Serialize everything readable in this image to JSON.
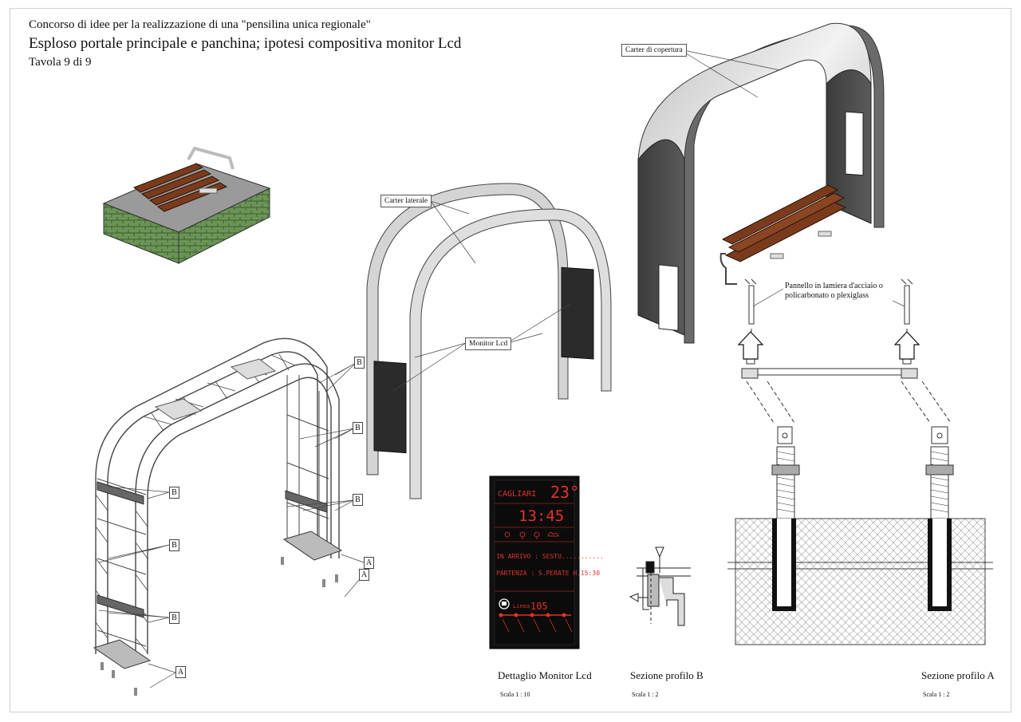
{
  "header": {
    "line1": "Concorso di idee per la realizzazione di una \"pensilina unica regionale\"",
    "line2": "Esploso portale principale e panchina; ipotesi compositiva monitor Lcd",
    "line3": "Tavola 9 di 9"
  },
  "callouts": {
    "carter_copertura": "Carter di copertura",
    "carter_laterale": "Carter laterale",
    "monitor_lcd": "Monitor Lcd",
    "pannello": "Pannello in lamiera d'acciaio o policarbonato o  plexiglass"
  },
  "labels": {
    "a": "A",
    "b": "B"
  },
  "lcd": {
    "city": "CAGLIARI",
    "temp": "23°",
    "time": "13:45",
    "arrival": "IN ARRIVO : SESTU...........",
    "departure": "PARTENZA : S.PERATE H.15:30",
    "line_label": "Linea",
    "line_number": "105"
  },
  "captions": {
    "monitor": "Dettaglio Monitor Lcd",
    "monitor_scale": "Scala  1 : 10",
    "profilo_b": "Sezione profilo B",
    "profilo_b_scale": "Scala  1 : 2",
    "profilo_a": "Sezione profilo A",
    "profilo_a_scale": "Scala  1 : 2"
  },
  "colors": {
    "lcd_red": "#e0332a",
    "wood": "#7a3b1c",
    "panel_dark": "#2b2b2b",
    "base_green": "#5e8a4a"
  }
}
